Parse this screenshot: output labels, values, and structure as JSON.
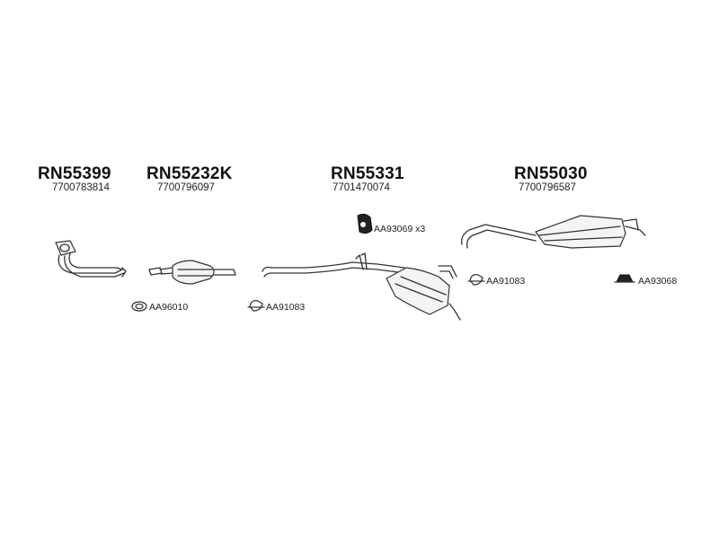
{
  "parts": [
    {
      "code": "RN55399",
      "number": "7700783814"
    },
    {
      "code": "RN55232K",
      "number": "7700796097"
    },
    {
      "code": "RN55331",
      "number": "7701470074"
    },
    {
      "code": "RN55030",
      "number": "7700796587"
    }
  ],
  "accessories": [
    {
      "label": "AA93069 x3",
      "icon": "rubber-hanger-icon"
    },
    {
      "label": "AA96010",
      "icon": "gasket-icon"
    },
    {
      "label": "AA91083",
      "icon": "clamp-icon"
    },
    {
      "label": "AA91083",
      "icon": "clamp-icon"
    },
    {
      "label": "AA93068",
      "icon": "mounting-bracket-icon"
    }
  ]
}
